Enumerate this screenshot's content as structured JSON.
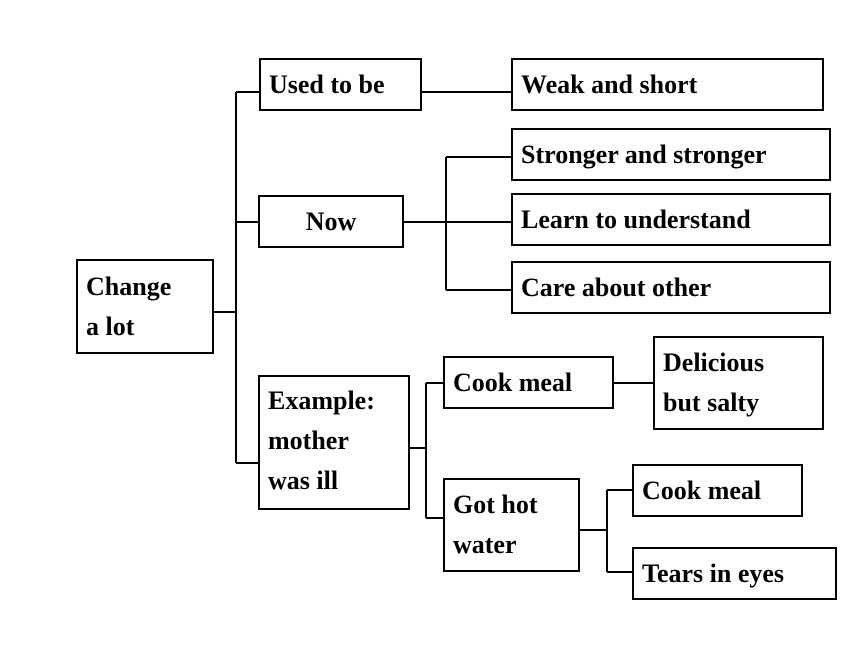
{
  "diagram": {
    "root": "Change\na lot",
    "branches": {
      "used_to_be": {
        "label": "Used to be",
        "children": [
          "Weak and short"
        ]
      },
      "now": {
        "label": "Now",
        "children": [
          "Stronger and stronger",
          "Learn to understand",
          "Care about other"
        ]
      },
      "example": {
        "label": "Example:\nmother\nwas ill",
        "cook_meal": {
          "label": "Cook meal",
          "child": "Delicious\nbut salty"
        },
        "got_hot_water": {
          "label": "Got hot\nwater",
          "children": [
            "Cook meal",
            "Tears in eyes"
          ]
        }
      }
    },
    "colors": {
      "line": "#000000",
      "box_border": "#000000",
      "background": "#ffffff"
    }
  }
}
